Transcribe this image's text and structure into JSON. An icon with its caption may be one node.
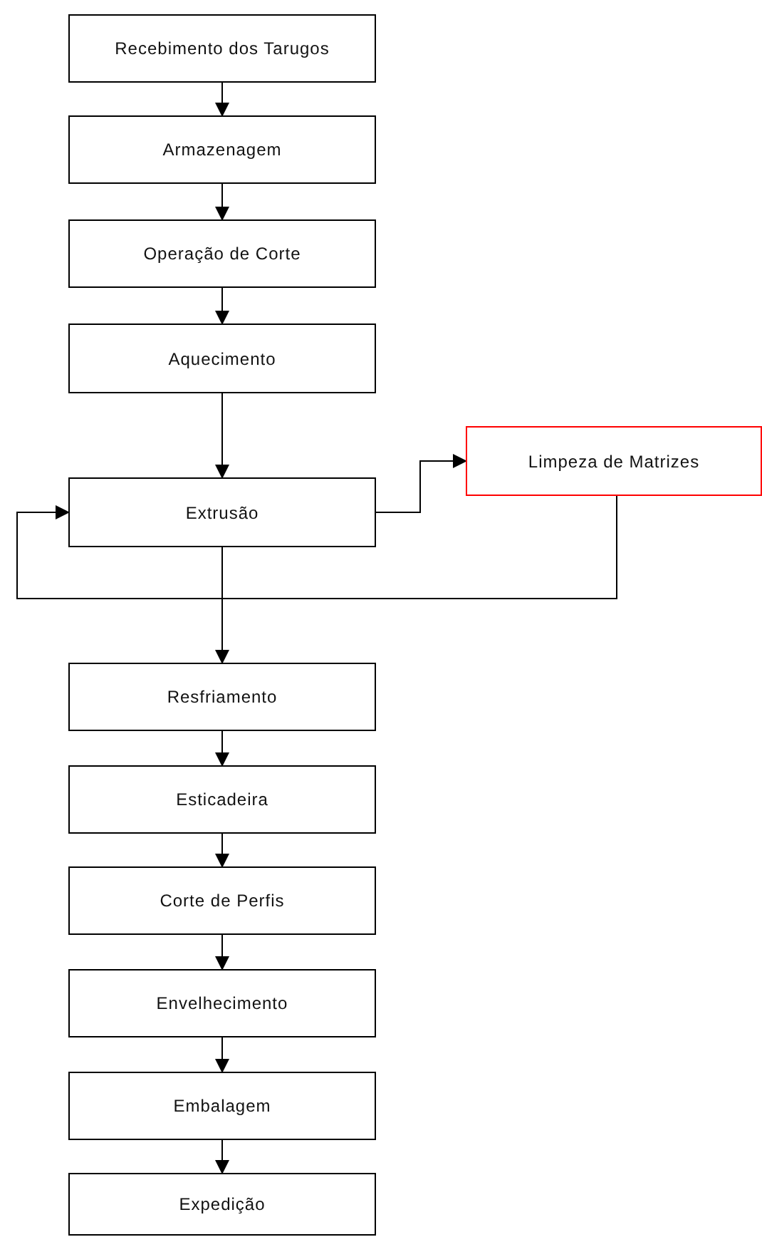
{
  "diagram": {
    "nodes": [
      {
        "text": [
          "Recebimento dos Tarugos"
        ]
      },
      {
        "text": [
          "Armazenagem"
        ]
      },
      {
        "text": [
          "Operação de Corte"
        ]
      },
      {
        "text": [
          "Aquecimento"
        ]
      },
      {
        "text": [
          "Extrusão"
        ]
      },
      {
        "text": [
          "Limpeza de Matrizes"
        ]
      },
      {
        "text": [
          "Resfriamento"
        ]
      },
      {
        "text": [
          "Esticadeira"
        ]
      },
      {
        "text": [
          "Corte de Perfis"
        ]
      },
      {
        "text": [
          "Envelhecimento"
        ]
      },
      {
        "text": [
          "Embalagem"
        ]
      },
      {
        "text": [
          "Expedição"
        ]
      }
    ],
    "edges": [
      {
        "from": 0,
        "to": 1,
        "arrow": "to"
      },
      {
        "from": 1,
        "to": 2,
        "arrow": "to"
      },
      {
        "from": 2,
        "to": 3,
        "arrow": "to"
      },
      {
        "from": 3,
        "to": 4,
        "arrow": "to"
      },
      {
        "from": 4,
        "to": 5,
        "arrow": "to"
      },
      {
        "from": 5,
        "to": 4,
        "arrow": "to"
      },
      {
        "from": 4,
        "to": 6,
        "arrow": "to"
      },
      {
        "from": 6,
        "to": 7,
        "arrow": "to"
      },
      {
        "from": 7,
        "to": 8,
        "arrow": "to"
      },
      {
        "from": 8,
        "to": 9,
        "arrow": "to"
      },
      {
        "from": 9,
        "to": 10,
        "arrow": "to"
      },
      {
        "from": 10,
        "to": 11,
        "arrow": "to"
      }
    ]
  }
}
